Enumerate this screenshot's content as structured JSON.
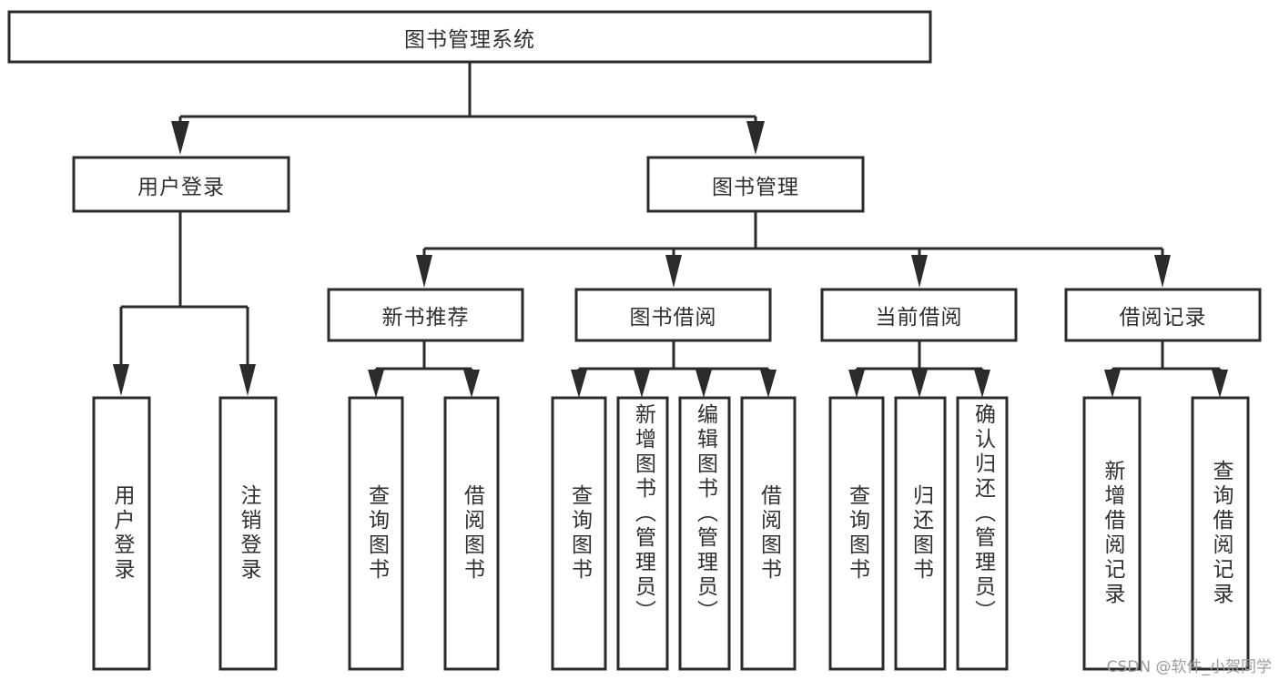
{
  "diagram": {
    "type": "tree",
    "title": "图书管理系统",
    "orientation": "top-down",
    "colors": {
      "background": "#ffffff",
      "box_fill": "#ffffff",
      "box_stroke": "#2b2b2b",
      "connector": "#2b2b2b",
      "text": "#303030",
      "watermark": "#9b9b9b"
    },
    "nodes": {
      "root": {
        "label": "图书管理系统",
        "level": 0,
        "text_orientation": "horizontal"
      },
      "user_login": {
        "label": "用户登录",
        "level": 1,
        "text_orientation": "horizontal"
      },
      "book_manage": {
        "label": "图书管理",
        "level": 1,
        "text_orientation": "horizontal"
      },
      "new_book_rec": {
        "label": "新书推荐",
        "level": 2,
        "text_orientation": "horizontal"
      },
      "book_borrow": {
        "label": "图书借阅",
        "level": 2,
        "text_orientation": "horizontal"
      },
      "current_borrow": {
        "label": "当前借阅",
        "level": 2,
        "text_orientation": "horizontal"
      },
      "borrow_record": {
        "label": "借阅记录",
        "level": 2,
        "text_orientation": "horizontal"
      },
      "leaf_user_login": {
        "label": "用户登录",
        "level": 2,
        "text_orientation": "vertical"
      },
      "leaf_logout": {
        "label": "注销登录",
        "level": 2,
        "text_orientation": "vertical"
      },
      "leaf_query_book_1": {
        "label": "查询图书",
        "level": 3,
        "text_orientation": "vertical"
      },
      "leaf_borrow_book_1": {
        "label": "借阅图书",
        "level": 3,
        "text_orientation": "vertical"
      },
      "leaf_query_book_2": {
        "label": "查询图书",
        "level": 3,
        "text_orientation": "vertical"
      },
      "leaf_add_book": {
        "label": "新增图书（管理员）",
        "level": 3,
        "text_orientation": "vertical"
      },
      "leaf_edit_book": {
        "label": "编辑图书（管理员）",
        "level": 3,
        "text_orientation": "vertical"
      },
      "leaf_borrow_book_2": {
        "label": "借阅图书",
        "level": 3,
        "text_orientation": "vertical"
      },
      "leaf_query_book_3": {
        "label": "查询图书",
        "level": 3,
        "text_orientation": "vertical"
      },
      "leaf_return_book": {
        "label": "归还图书",
        "level": 3,
        "text_orientation": "vertical"
      },
      "leaf_confirm_return": {
        "label": "确认归还（管理员）",
        "level": 3,
        "text_orientation": "vertical"
      },
      "leaf_add_record": {
        "label": "新增借阅记录",
        "level": 3,
        "text_orientation": "vertical"
      },
      "leaf_query_record": {
        "label": "查询借阅记录",
        "level": 3,
        "text_orientation": "vertical"
      }
    },
    "edges": [
      {
        "from": "root",
        "to": "user_login"
      },
      {
        "from": "root",
        "to": "book_manage"
      },
      {
        "from": "user_login",
        "to": "leaf_user_login"
      },
      {
        "from": "user_login",
        "to": "leaf_logout"
      },
      {
        "from": "book_manage",
        "to": "new_book_rec"
      },
      {
        "from": "book_manage",
        "to": "book_borrow"
      },
      {
        "from": "book_manage",
        "to": "current_borrow"
      },
      {
        "from": "book_manage",
        "to": "borrow_record"
      },
      {
        "from": "new_book_rec",
        "to": "leaf_query_book_1"
      },
      {
        "from": "new_book_rec",
        "to": "leaf_borrow_book_1"
      },
      {
        "from": "book_borrow",
        "to": "leaf_query_book_2"
      },
      {
        "from": "book_borrow",
        "to": "leaf_add_book"
      },
      {
        "from": "book_borrow",
        "to": "leaf_edit_book"
      },
      {
        "from": "book_borrow",
        "to": "leaf_borrow_book_2"
      },
      {
        "from": "current_borrow",
        "to": "leaf_query_book_3"
      },
      {
        "from": "current_borrow",
        "to": "leaf_return_book"
      },
      {
        "from": "current_borrow",
        "to": "leaf_confirm_return"
      },
      {
        "from": "borrow_record",
        "to": "leaf_add_record"
      },
      {
        "from": "borrow_record",
        "to": "leaf_query_record"
      }
    ]
  },
  "watermark": {
    "text": "CSDN @软件_小贺同学"
  }
}
